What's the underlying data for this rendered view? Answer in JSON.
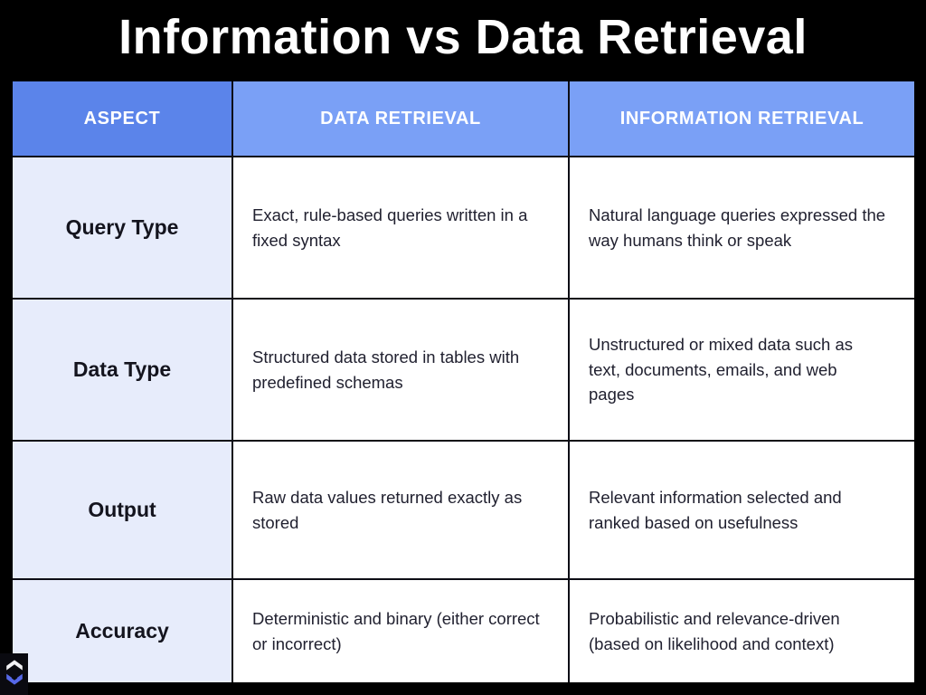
{
  "title": "Information vs Data Retrieval",
  "table": {
    "columns": [
      "ASPECT",
      "DATA RETRIEVAL",
      "INFORMATION RETRIEVAL"
    ],
    "rows": [
      {
        "aspect": "Query Type",
        "data_retrieval": "Exact, rule-based queries written in a fixed syntax",
        "information_retrieval": "Natural language queries expressed the way humans think or speak"
      },
      {
        "aspect": "Data Type",
        "data_retrieval": "Structured data stored in tables with predefined schemas",
        "information_retrieval": "Unstructured or mixed data such as text, documents, emails, and web pages"
      },
      {
        "aspect": "Output",
        "data_retrieval": "Raw data values returned exactly as stored",
        "information_retrieval": "Relevant information selected and ranked based on usefulness"
      },
      {
        "aspect": "Accuracy",
        "data_retrieval": "Deterministic and binary (either correct or incorrect)",
        "information_retrieval": "Probabilistic and relevance-driven (based on likelihood and context)"
      }
    ]
  },
  "logo": {
    "icon": "gem-logo-icon"
  },
  "colors": {
    "background": "#000000",
    "title_text": "#ffffff",
    "header_aspect_bg": "#5b84ea",
    "header_bg": "#7aa0f6",
    "header_text": "#ffffff",
    "aspect_col_bg": "#e7ecfb",
    "cell_bg": "#ffffff",
    "cell_text": "#212130",
    "grid_line": "#0d0d15",
    "logo_blue": "#5668e8",
    "logo_white": "#f2f2f5"
  }
}
